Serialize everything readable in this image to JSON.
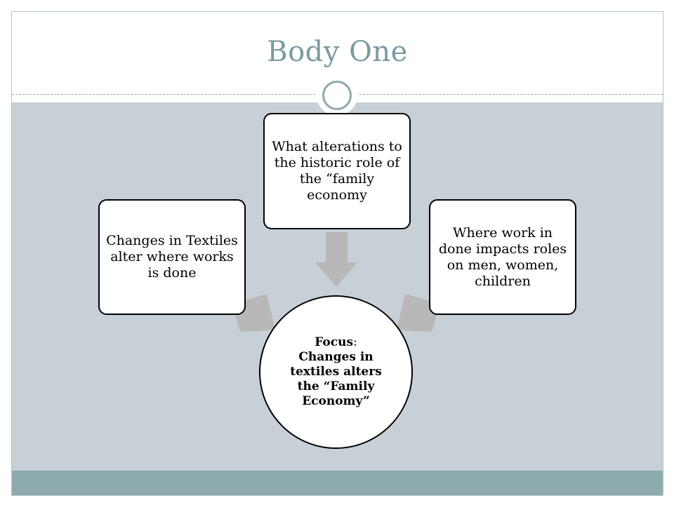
{
  "slide": {
    "title": "Body One"
  },
  "diagram": {
    "center": {
      "label_bold": "Focus",
      "label_suffix": ":",
      "text": "Changes in textiles alters the “Family Economy”"
    },
    "nodes": [
      {
        "id": "left",
        "text": "Changes in Textiles alter where works is done"
      },
      {
        "id": "top",
        "text": "What alterations to the historic role of the “family economy"
      },
      {
        "id": "right",
        "text": "Where work in done impacts roles on men, women, children"
      }
    ]
  },
  "colors": {
    "title": "#7a9aa1",
    "content_background": "#c6d0d6",
    "footer_band": "#8dabad",
    "arrow": "#b8b8b8"
  }
}
